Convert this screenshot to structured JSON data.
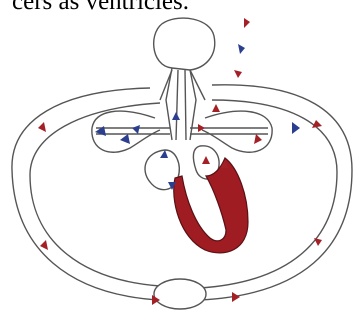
{
  "caption": "cers as ventricles.",
  "colors": {
    "outline": "#555555",
    "vessel_fill": "#ffffff",
    "heart_muscle": "#9e1c22",
    "arrow_blue": "#2c3f8f",
    "arrow_red": "#a32026"
  },
  "figure": {
    "subject": "circulatory-system-heart-lungs",
    "icons": [
      "heart",
      "lung-left",
      "lung-right",
      "head-capillaries",
      "body-capillaries"
    ]
  }
}
